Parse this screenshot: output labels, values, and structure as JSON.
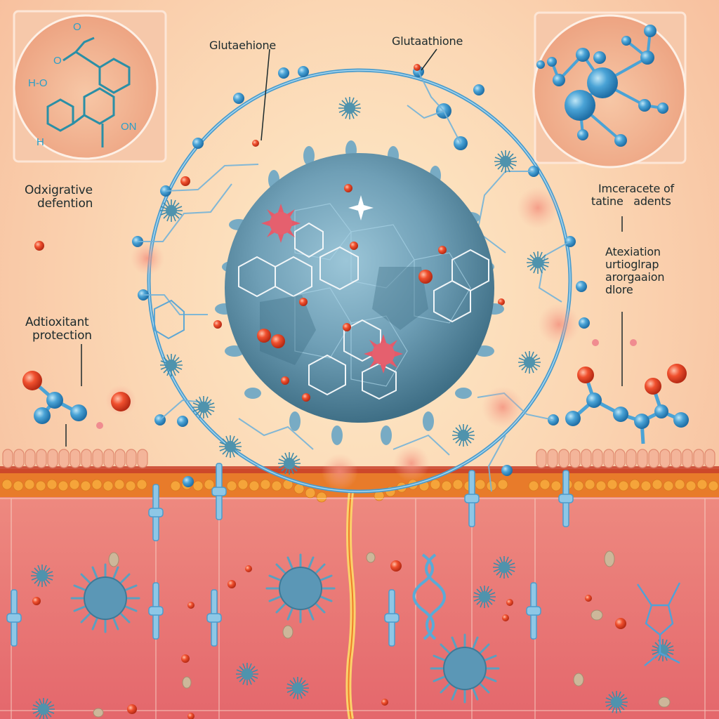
{
  "labels": {
    "top_left": "Glutaehione",
    "top_right": "Glutaathione",
    "left_upper": [
      "Odxigrative",
      "defention"
    ],
    "left_lower": [
      "Adtioxitant",
      "protection"
    ],
    "right_upper": [
      "Imceracete of",
      "tatine   adents"
    ],
    "right_lower": [
      "Atexiation",
      "urtioglrap",
      "arorgaaion",
      "dlore"
    ]
  },
  "insets": {
    "left": {
      "name": "chemical-structure-inset",
      "atoms": [
        "O",
        "O",
        "H-O",
        "ON",
        "H"
      ]
    },
    "right": {
      "name": "ball-and-stick-molecule-inset"
    }
  },
  "colors": {
    "background": "#fbd7b4",
    "cell_blue": "#6fa9c4",
    "bond_blue": "#4b9ccc",
    "radical_red": "#e8452c",
    "virus_pink": "#e55a6a",
    "tissue_pink": "#ec7a78",
    "fat_orange": "#f0a030",
    "membrane_red": "#c8402a"
  }
}
